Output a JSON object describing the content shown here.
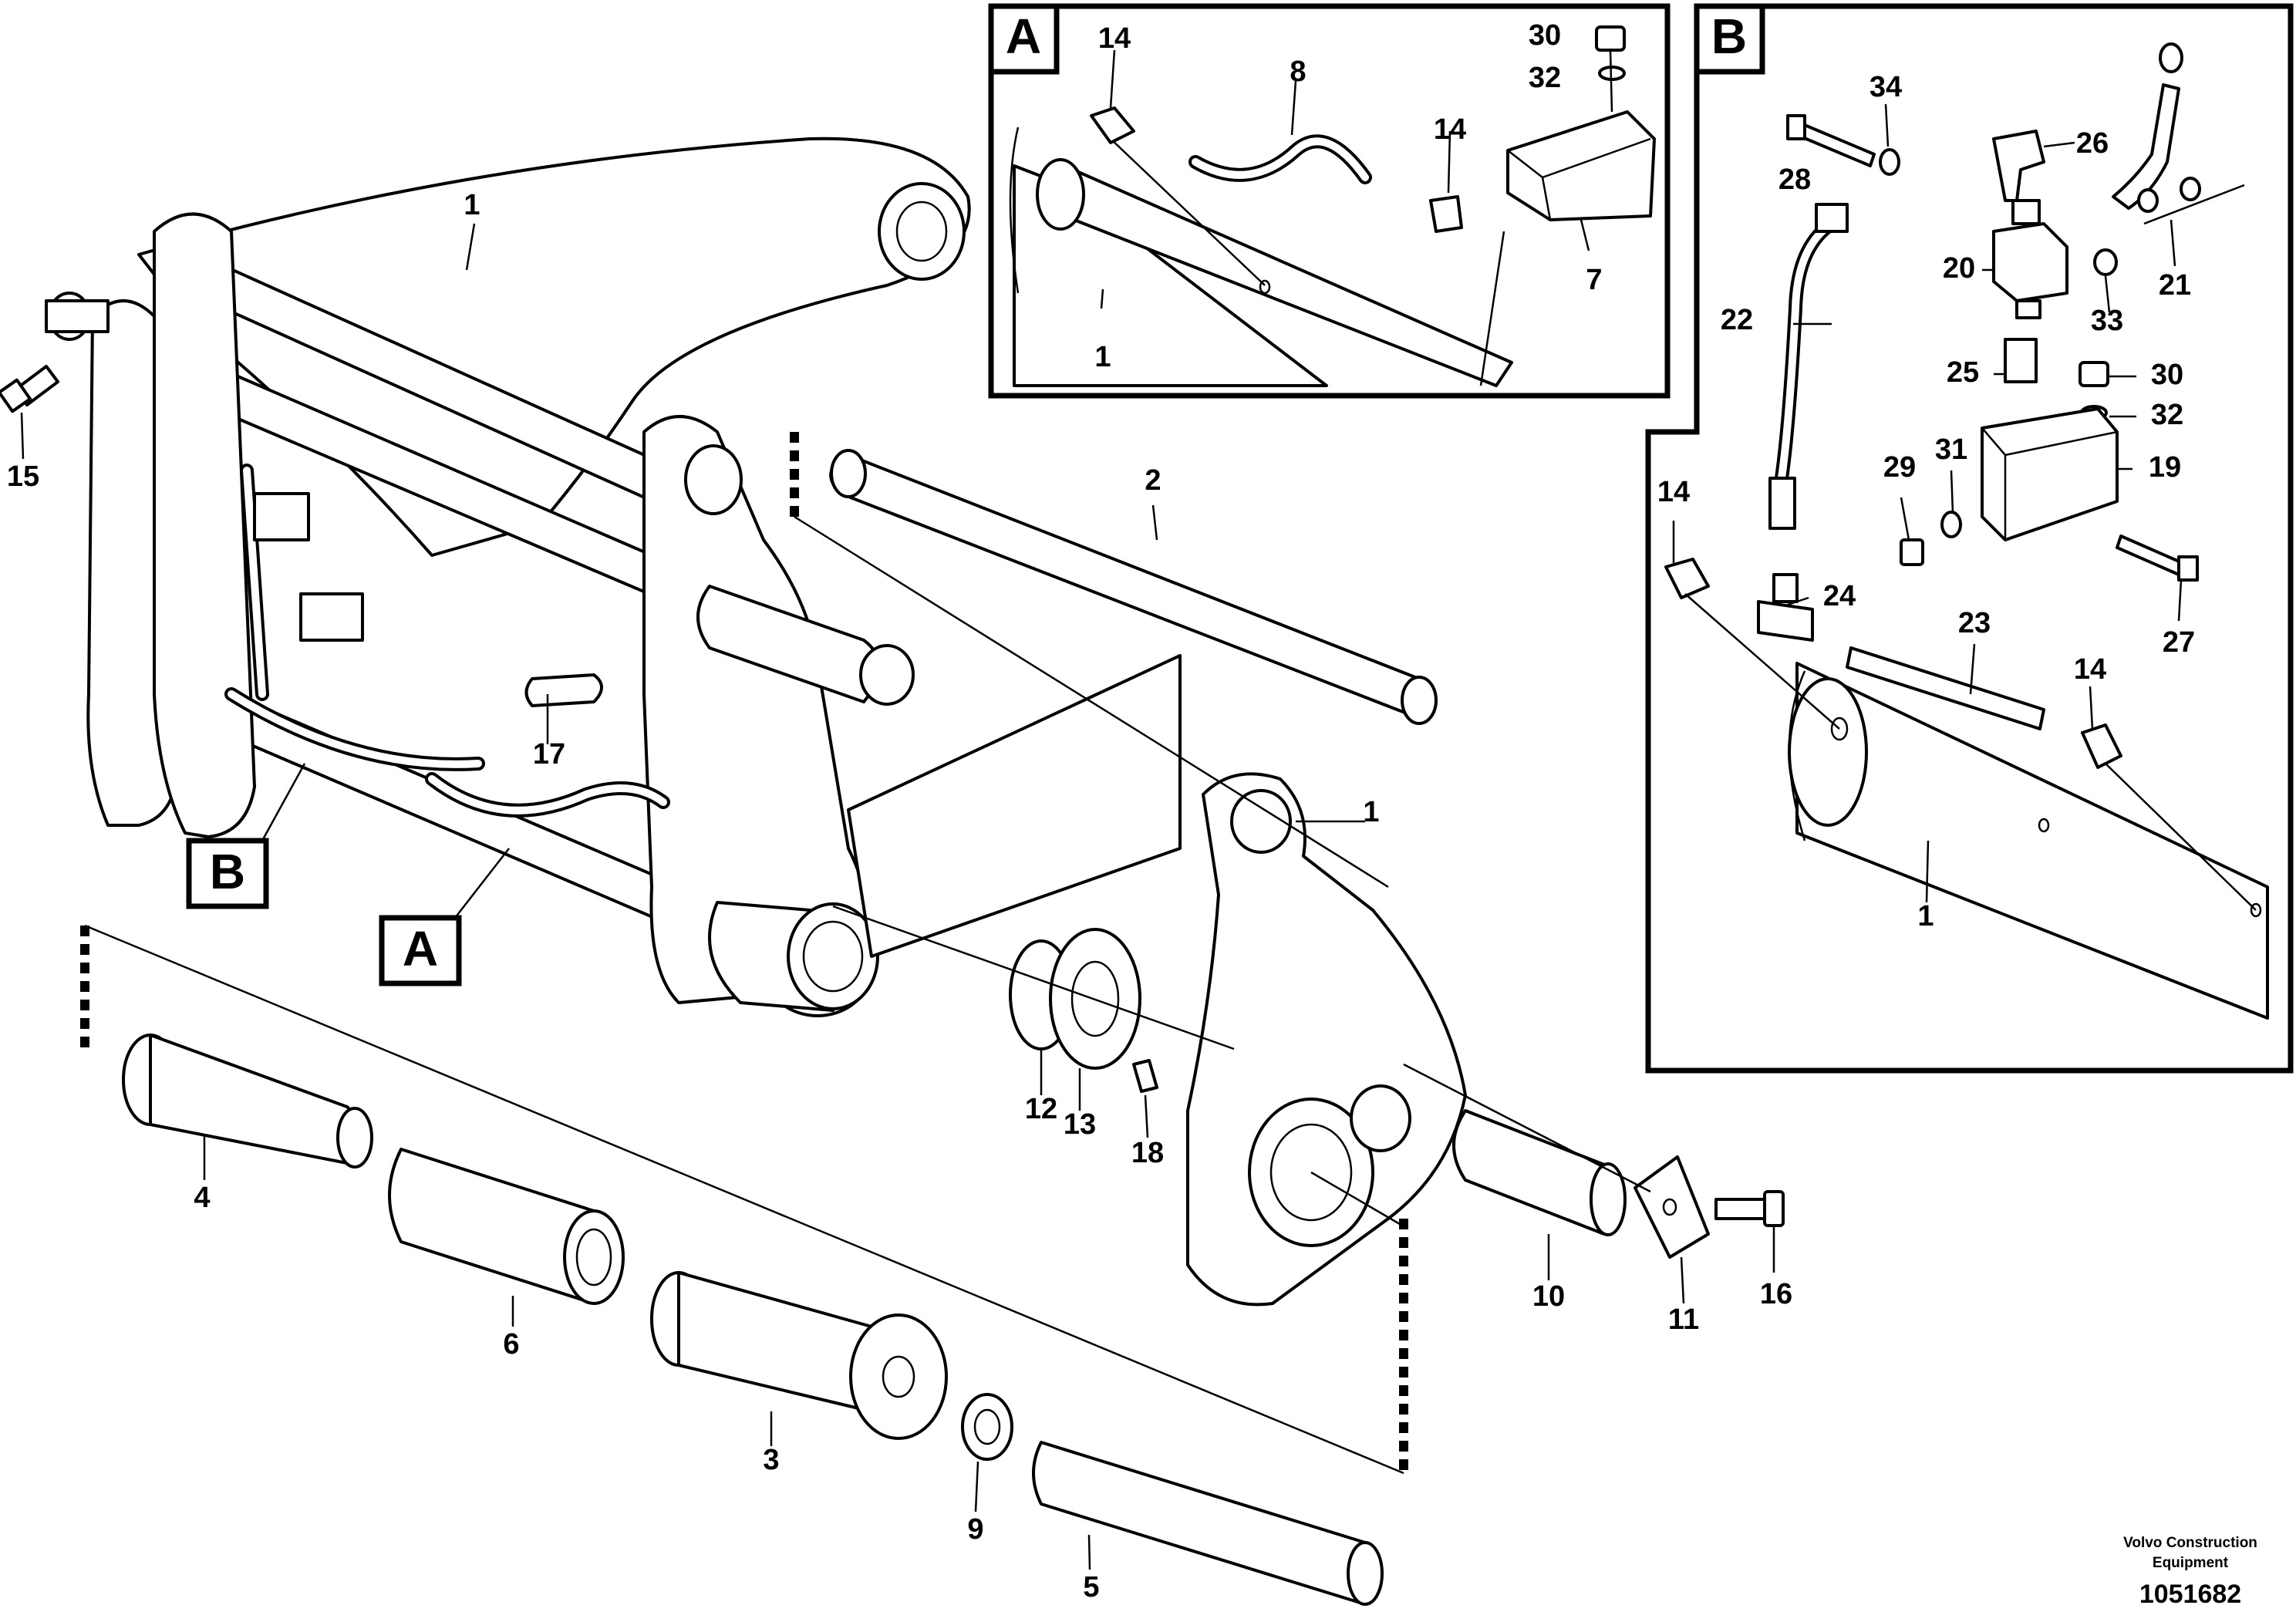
{
  "diagram": {
    "detail_panels": [
      {
        "id": "A",
        "label": "A"
      },
      {
        "id": "B",
        "label": "B"
      }
    ],
    "section_tags": [
      {
        "id": "A",
        "label": "A"
      },
      {
        "id": "B",
        "label": "B"
      }
    ],
    "callouts": {
      "main": {
        "p1a": "1",
        "p1b": "1",
        "p2": "2",
        "p3": "3",
        "p4": "4",
        "p5": "5",
        "p6": "6",
        "p9": "9",
        "p10": "10",
        "p11": "11",
        "p12": "12",
        "p13": "13",
        "p15": "15",
        "p16": "16",
        "p17": "17",
        "p18": "18"
      },
      "panel_a": {
        "p14a": "14",
        "p8": "8",
        "p30": "30",
        "p32": "32",
        "p14b": "14",
        "p7": "7",
        "p1": "1"
      },
      "panel_b": {
        "p34": "34",
        "p26": "26",
        "p28": "28",
        "p20": "20",
        "p33": "33",
        "p21": "21",
        "p22": "22",
        "p25": "25",
        "p30": "30",
        "p32": "32",
        "p29": "29",
        "p31": "31",
        "p19": "19",
        "p14a": "14",
        "p24": "24",
        "p27": "27",
        "p23": "23",
        "p14b": "14",
        "p1": "1"
      }
    }
  },
  "footer": {
    "brand_line1": "Volvo Construction",
    "brand_line2": "Equipment",
    "drawing_number": "1051682"
  }
}
